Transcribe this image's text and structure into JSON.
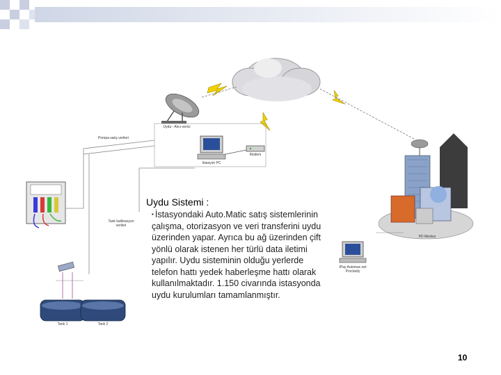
{
  "colors": {
    "accent": "#d6dbe8",
    "deco_square": "#c9cfe0",
    "lightning": "#f0d000",
    "tank": "#2f4a7a"
  },
  "labels": {
    "satellite": "Uydu - Alıcı-verici",
    "pump_sales": "Pompa satış verileri",
    "station_pc": "İstasyon PC",
    "modem": "Modem",
    "tank_calibration": "Tank kalibrasyon verileri",
    "hq": "PD Merkez",
    "ipay": "IPay Automac.net Proclarity",
    "tank1": "Tank 1",
    "tank2": "Tank 2"
  },
  "textbox": {
    "title": "Uydu Sistemi :",
    "bullet": "▪",
    "body": "İstasyondaki Auto.Matic satış sistemlerinin çalışma, otorizasyon ve veri transferini uydu üzerinden yapar. Ayrıca bu ağ üzerinden çift yönlü olarak istenen her türlü data iletimi yapılır. Uydu sisteminin olduğu yerlerde telefon hattı yedek haberleşme hattı olarak kullanılmaktadır. 1.150 civarında istasyonda uydu kurulumları tamamlanmıştır."
  },
  "page_number": "10"
}
